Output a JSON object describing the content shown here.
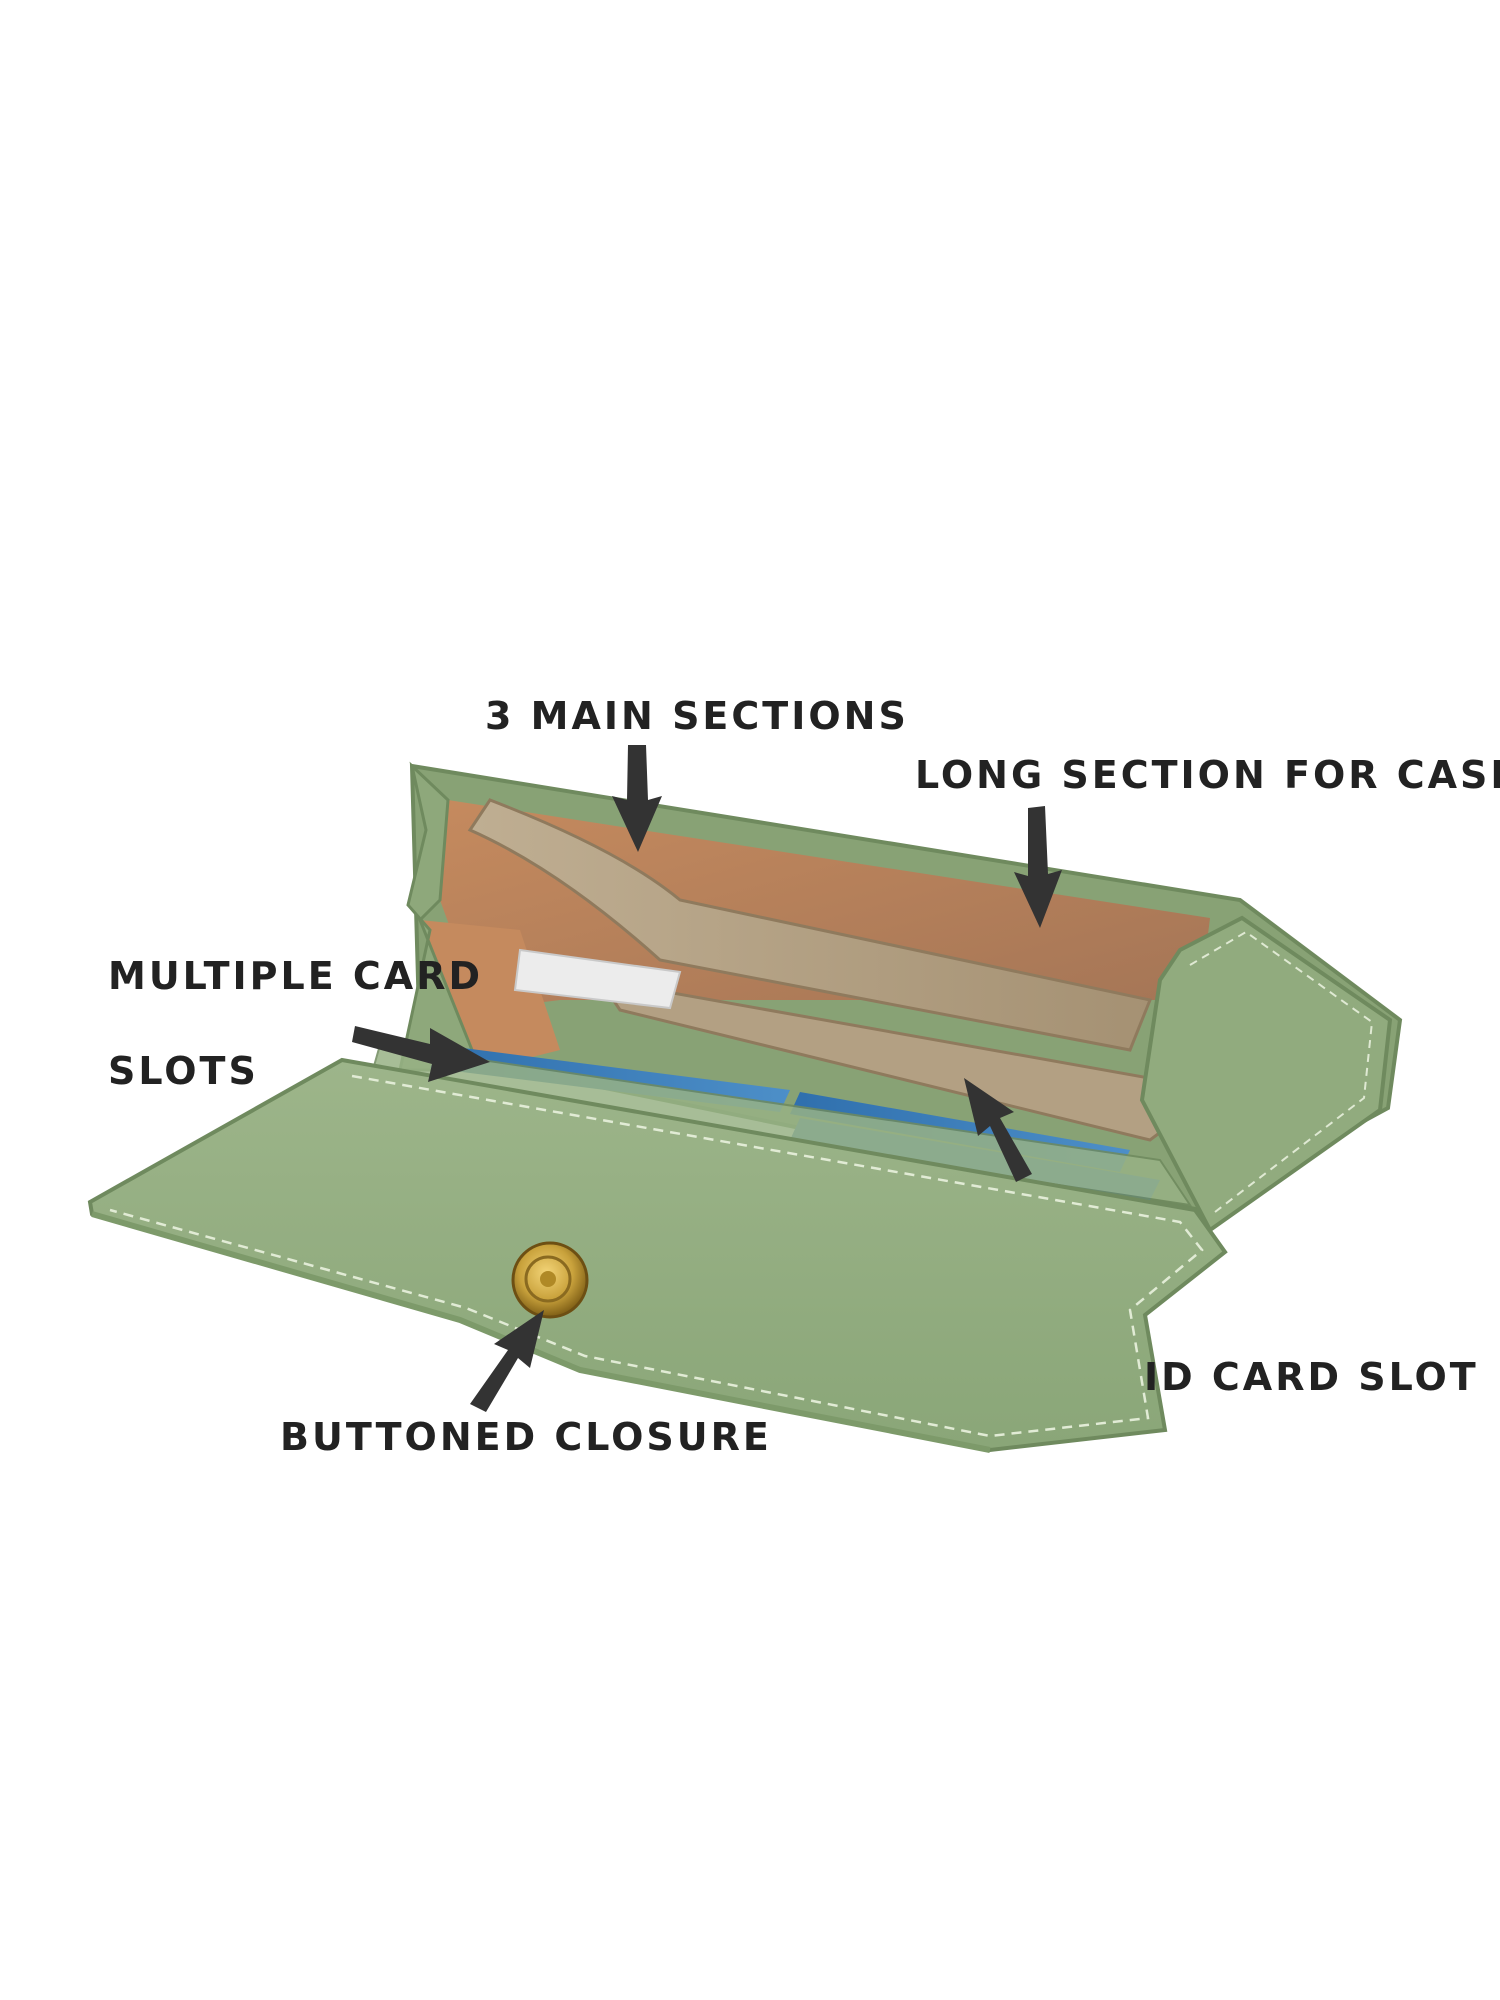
{
  "photo": {
    "background": "#ffffff",
    "product_color": "#93ad7f",
    "lining_color": "#b08a6d",
    "card_color": "#2f6fad",
    "button_color": "#c9a23c",
    "label_color": "#222222",
    "arrow_color": "#333333"
  },
  "labels": {
    "main_sections": "3 MAIN SECTIONS",
    "long_section": "LONG SECTION FOR CASH",
    "card_slots_line1": "MULTIPLE CARD",
    "card_slots_line2": "SLOTS",
    "id_slot": "ID CARD SLOT",
    "closure": "BUTTONED CLOSURE"
  },
  "arrow_icon": "arrow-icon"
}
